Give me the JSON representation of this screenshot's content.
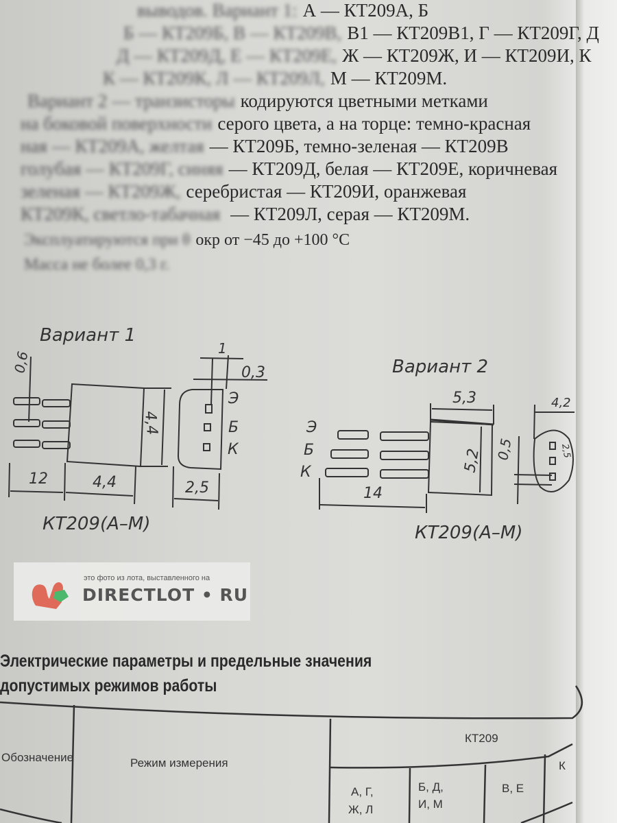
{
  "watermark": {
    "caption": "это фото из лота, выставленного на",
    "brand": "DIRECTLOT • RU"
  },
  "text_lines": [
    {
      "blur": "выводов. Вариант 1:",
      "sharp": "А — КТ209А,                       Б"
    },
    {
      "blur": "Б — КТ209Б, В — КТ209В,",
      "sharp": "В1 — КТ209В1,  Г — КТ209Г, Д"
    },
    {
      "blur": "Д — КТ209Д, Е — КТ209Е,",
      "sharp": "Ж — КТ209Ж,   И — КТ209И, К"
    },
    {
      "blur": "К — КТ209К, Л — КТ209Л,",
      "sharp": "М — КТ209М."
    },
    {
      "blur": "Вариант 2 — транзисторы",
      "sharp": "кодируются цветными метками"
    },
    {
      "blur": "на боковой поверхности",
      "sharp": "серого цвета, а на торце: темно-красная"
    },
    {
      "blur": "ная — КТ209А, желтая",
      "sharp": "— КТ209Б,  темно-зеленая — КТ209В"
    },
    {
      "blur": "голубая — КТ209Г, синяя",
      "sharp": "— КТ209Д, белая — КТ209Е, коричневая"
    },
    {
      "blur": "зеленая — КТ209Ж,",
      "sharp": "серебристая — КТ209И,    оранжевая"
    },
    {
      "blur": "КТ209К, светло-табачная",
      "sharp": " — КТ209Л, серая — КТ209М."
    },
    {
      "blur": "Эксплуатируются при θ",
      "sharp": "окр от −45 до +100 °С"
    },
    {
      "blur": "Масса не более 0,3 г.",
      "sharp": ""
    }
  ],
  "variant1": {
    "title": "Вариант 1",
    "dims": [
      "0,6",
      "1",
      "0,3",
      "4,4",
      "12",
      "4,4",
      "2,5"
    ],
    "pins": [
      "Э",
      "Б",
      "К"
    ],
    "label": "КТ209(А–М)"
  },
  "variant2": {
    "title": "Вариант 2",
    "dims": [
      "5,3",
      "4,2",
      "0,5",
      "5,2",
      "14",
      "2,5"
    ],
    "pins": [
      "Э",
      "Б",
      "К"
    ],
    "label": "КТ209(А–М)"
  },
  "section": {
    "title_line1": "Электрические параметры и предельные значения",
    "title_line2": "допустимых режимов работы"
  },
  "table": {
    "col1": "Обозначение",
    "col2": "Режим измерения",
    "group": "КТ209",
    "subcols": [
      "А, Г,",
      "Ж, Л",
      "Б, Д,",
      "И, М",
      "В, Е",
      "К"
    ]
  }
}
